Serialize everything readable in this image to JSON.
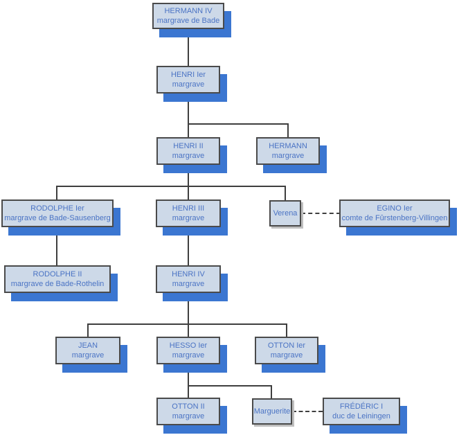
{
  "people": {
    "hermann_iv": {
      "name": "HERMANN IV",
      "title": "margrave de Bade"
    },
    "henri_ier": {
      "name": "HENRI Ier",
      "title": "margrave"
    },
    "henri_ii": {
      "name": "HENRI II",
      "title": "margrave"
    },
    "hermann": {
      "name": "HERMANN",
      "title": "margrave"
    },
    "rodolphe_ier": {
      "name": "RODOLPHE Ier",
      "title": "margrave de Bade-Sausenberg"
    },
    "henri_iii": {
      "name": "HENRI III",
      "title": "margrave"
    },
    "verena": {
      "name": "Verena"
    },
    "egino_ier": {
      "name": "EGINO Ier",
      "title": "comte de Fûrstenberg-Villingen"
    },
    "rodolphe_ii": {
      "name": "RODOLPHE II",
      "title": "margrave de Bade-Rothelin"
    },
    "henri_iv": {
      "name": "HENRI IV",
      "title": "margrave"
    },
    "jean": {
      "name": "JEAN",
      "title": "margrave"
    },
    "hesso_ier": {
      "name": "HESSO Ier",
      "title": "margrave"
    },
    "otton_ier": {
      "name": "OTTON Ier",
      "title": "margrave"
    },
    "otton_ii": {
      "name": "OTTON II",
      "title": "margrave"
    },
    "marguerite": {
      "name": "Marguerite"
    },
    "frederic_i": {
      "name": "FRÉDÉRIC I",
      "title": "duc de Leiningen"
    }
  },
  "relations": {
    "child_links": [
      [
        "hermann_iv",
        "henri_ier"
      ],
      [
        "henri_ier",
        "henri_ii"
      ],
      [
        "henri_ier",
        "hermann"
      ],
      [
        "henri_ii",
        "rodolphe_ier"
      ],
      [
        "henri_ii",
        "henri_iii"
      ],
      [
        "henri_ii",
        "verena"
      ],
      [
        "rodolphe_ier",
        "rodolphe_ii"
      ],
      [
        "henri_iii",
        "henri_iv"
      ],
      [
        "henri_iv",
        "jean"
      ],
      [
        "henri_iv",
        "hesso_ier"
      ],
      [
        "henri_iv",
        "otton_ier"
      ],
      [
        "hesso_ier",
        "otton_ii"
      ],
      [
        "hesso_ier",
        "marguerite"
      ]
    ],
    "marriage_links": [
      [
        "verena",
        "egino_ier"
      ],
      [
        "marguerite",
        "frederic_i"
      ]
    ]
  },
  "colors": {
    "fill": "#cdd9e8",
    "border": "#4a4a4a",
    "shadow": "#3b76d1",
    "shadow_light": "#bfbfbf",
    "text": "#4a73c4",
    "line": "#3e3e3e"
  }
}
